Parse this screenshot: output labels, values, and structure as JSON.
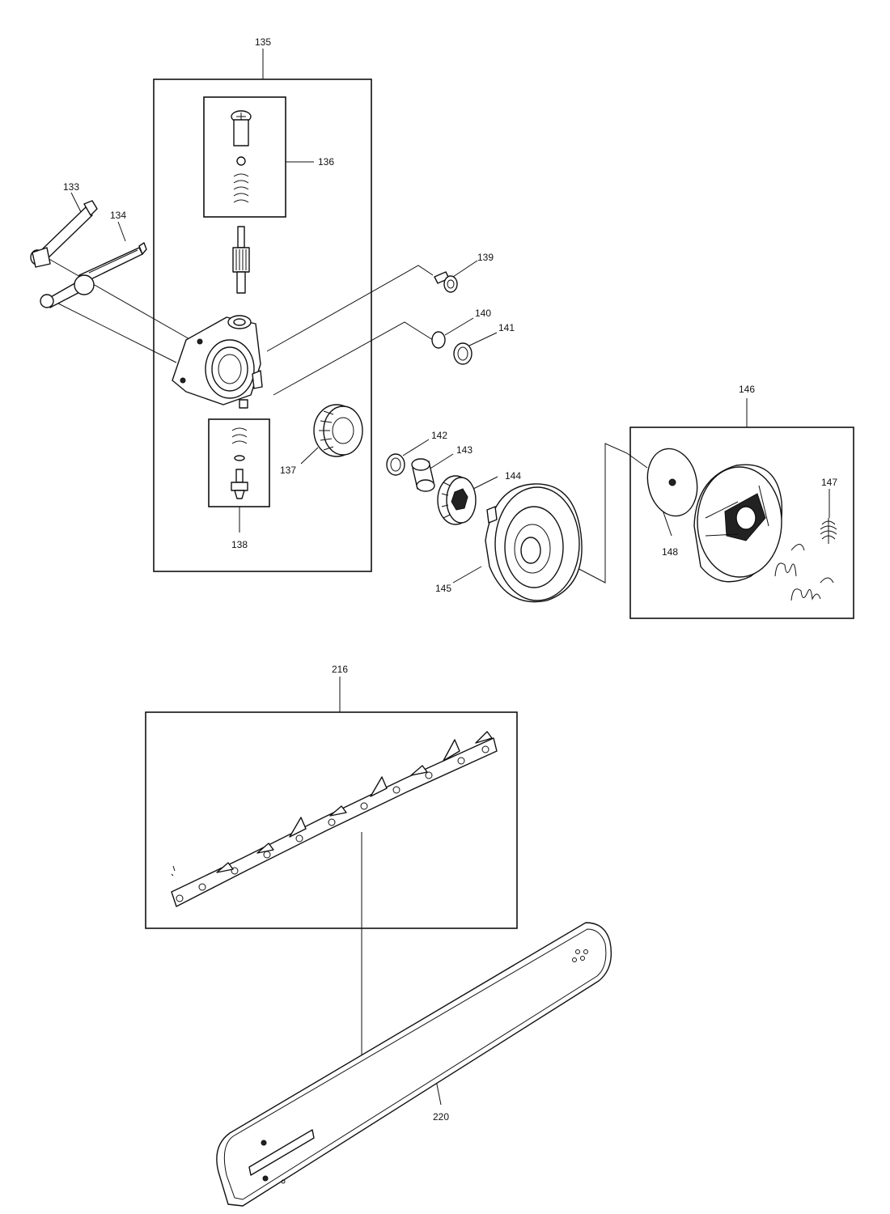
{
  "labels": {
    "p133": "133",
    "p134": "134",
    "p135": "135",
    "p136": "136",
    "p137": "137",
    "p138": "138",
    "p139": "139",
    "p140": "140",
    "p141": "141",
    "p142": "142",
    "p143": "143",
    "p144": "144",
    "p145": "145",
    "p146": "146",
    "p147": "147",
    "p148": "148",
    "p216": "216",
    "p220": "220"
  }
}
